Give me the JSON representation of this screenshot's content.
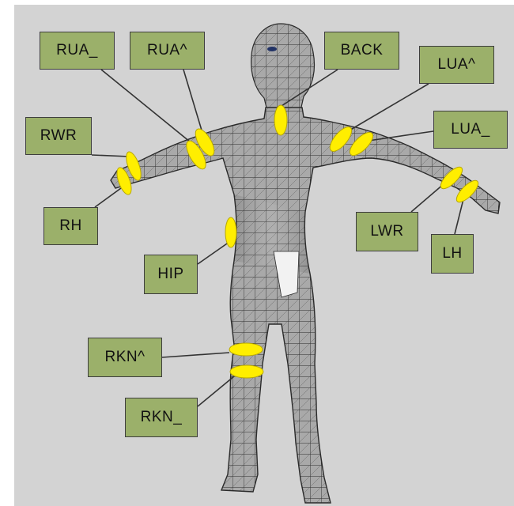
{
  "colors": {
    "background": "#d3d3d3",
    "label_fill": "#9bb06a",
    "label_border": "#3e3e3e",
    "sensor_fill": "#ffee00",
    "sensor_stroke": "#b8a800",
    "leader_line": "#333333",
    "mesh_fill": "#a9a9a9",
    "mesh_line": "#2a2a2a"
  },
  "figure": {
    "subject": "wireframe human figure in T-pose"
  },
  "sensors": [
    {
      "id": "RUA_",
      "label": "RUA_"
    },
    {
      "id": "RUA^",
      "label": "RUA^"
    },
    {
      "id": "BACK",
      "label": "BACK"
    },
    {
      "id": "LUA^",
      "label": "LUA^"
    },
    {
      "id": "RWR",
      "label": "RWR"
    },
    {
      "id": "LUA_",
      "label": "LUA_"
    },
    {
      "id": "RH",
      "label": "RH"
    },
    {
      "id": "LWR",
      "label": "LWR"
    },
    {
      "id": "LH",
      "label": "LH"
    },
    {
      "id": "HIP",
      "label": "HIP"
    },
    {
      "id": "RKN^",
      "label": "RKN^"
    },
    {
      "id": "RKN_",
      "label": "RKN_"
    }
  ]
}
